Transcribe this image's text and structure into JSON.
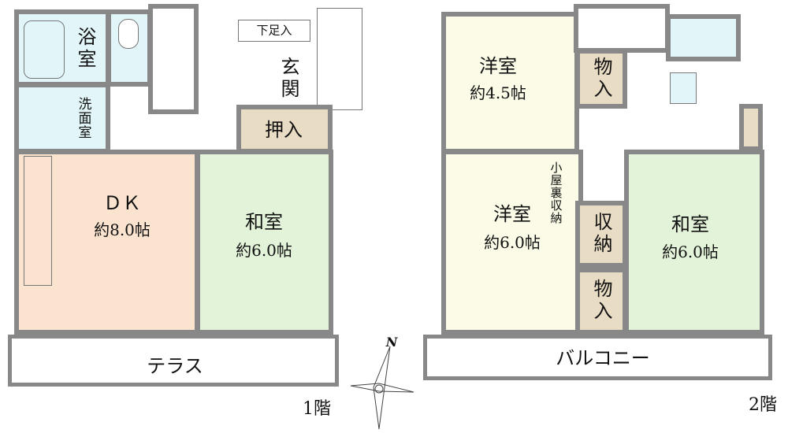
{
  "floor1": {
    "label": "1階",
    "bath": "浴室",
    "washroom": "洗面室",
    "shoe_storage": "下足入",
    "entrance": "玄関",
    "closet": "押入",
    "dk": {
      "name": "ＤＫ",
      "size": "約8.0帖"
    },
    "washitsu": {
      "name": "和室",
      "size": "約6.0帖"
    },
    "terrace": "テラス"
  },
  "floor2": {
    "label": "2階",
    "youshitsu_small": {
      "name": "洋室",
      "size": "約4.5帖"
    },
    "storage_top": "物入",
    "youshitsu_large": {
      "name": "洋室",
      "size": "約6.0帖"
    },
    "attic_storage": "小屋裏収納",
    "storage_mid": "収納",
    "storage_bottom": "物入",
    "washitsu": {
      "name": "和室",
      "size": "約6.0帖"
    },
    "balcony": "バルコニー"
  },
  "compass": {
    "north": "N"
  }
}
